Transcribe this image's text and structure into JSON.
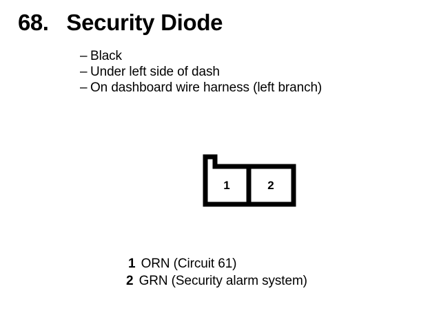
{
  "page": {
    "background_color": "#ffffff",
    "ink_color": "#000000"
  },
  "heading": {
    "number": "68.",
    "title": "Security Diode"
  },
  "description": {
    "dash": "–",
    "items": [
      {
        "text": "Black"
      },
      {
        "text": "Under left side of dash"
      },
      {
        "text": "On dashboard wire harness (left branch)"
      }
    ]
  },
  "connector": {
    "name": "two-cavity-connector",
    "shape": "rectangle-with-top-left-locking-tab",
    "cavities": [
      {
        "number": "1"
      },
      {
        "number": "2"
      }
    ]
  },
  "legend": {
    "rows": [
      {
        "pin": "1",
        "description": "ORN (Circuit 61)"
      },
      {
        "pin": "2",
        "description": "GRN (Security alarm system)"
      }
    ]
  }
}
